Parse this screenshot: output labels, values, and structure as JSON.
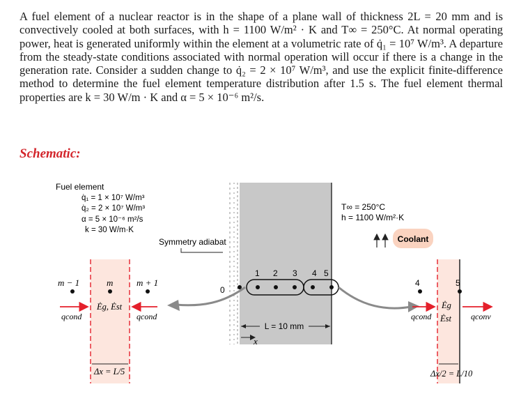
{
  "problem": {
    "text": "A fuel element of a nuclear reactor is in the shape of a plane wall of thickness 2L = 20 mm and is convectively cooled at both surfaces, with h = 1100 W/m² · K and T∞ = 250°C. At normal operating power, heat is generated uniformly within the element at a volumetric rate of q̇₁ = 10⁷ W/m³. A departure from the steady-state conditions associated with normal operation will occur if there is a change in the generation rate. Consider a sudden change to q̇₂ = 2 × 10⁷ W/m³, and use the explicit finite-difference method to determine the fuel element temperature distribution after 1.5 s. The fuel element thermal properties are k = 30 W/m · K and α = 5 × 10⁻⁶ m²/s."
  },
  "schematic": {
    "heading": "Schematic:",
    "fuel_label": "Fuel element",
    "props": [
      "q̇₁ = 1 × 10⁷ W/m³",
      "q̇₂ = 2 × 10⁷ W/m³",
      "α = 5 × 10⁻⁶ m²/s",
      "k = 30 W/m·K"
    ],
    "adiabat_label": "Symmetry adiabat",
    "t_inf": "T∞ = 250°C",
    "h_val": "h = 1100 W/m²·K",
    "coolant": "Coolant",
    "node_numbers": [
      "0",
      "1",
      "2",
      "3",
      "4",
      "5"
    ],
    "length_label": "L = 10 mm",
    "x_label": "x",
    "left_detail": {
      "m_minus": "m − 1",
      "m": "m",
      "m_plus": "m + 1",
      "q_left": "qcond",
      "q_right": "qcond",
      "e_terms": "Ėg, Ėst",
      "dx": "Δx = L/5"
    },
    "right_detail": {
      "node_four": "4",
      "node_five": "5",
      "q_in": "qcond",
      "q_out": "qconv",
      "e_g": "Ėg",
      "e_st": "Ėst",
      "dx": "Δx/2 = L/10"
    }
  },
  "colors": {
    "heading": "#d3252b",
    "slab": "#c8c8c8",
    "cell": "#fde6de",
    "arrow": "#e4202b",
    "coolant": "#fad3c0"
  }
}
